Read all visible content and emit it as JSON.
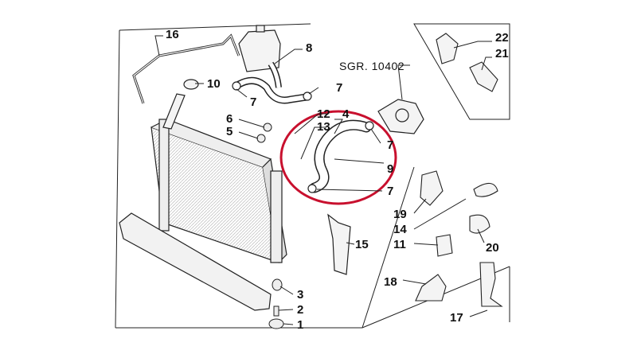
{
  "diagram": {
    "reference": "SGR. 10402",
    "callouts": [
      {
        "id": "c16",
        "text": "16"
      },
      {
        "id": "c8",
        "text": "8"
      },
      {
        "id": "c10",
        "text": "10"
      },
      {
        "id": "c7a",
        "text": "7"
      },
      {
        "id": "c7b",
        "text": "7"
      },
      {
        "id": "c6",
        "text": "6"
      },
      {
        "id": "c5",
        "text": "5"
      },
      {
        "id": "c12",
        "text": "12"
      },
      {
        "id": "c4",
        "text": "4"
      },
      {
        "id": "c13",
        "text": "13"
      },
      {
        "id": "c7c",
        "text": "7"
      },
      {
        "id": "c9",
        "text": "9"
      },
      {
        "id": "c7d",
        "text": "7"
      },
      {
        "id": "c22",
        "text": "22"
      },
      {
        "id": "c21",
        "text": "21"
      },
      {
        "id": "c19",
        "text": "19"
      },
      {
        "id": "c14",
        "text": "14"
      },
      {
        "id": "c11",
        "text": "11"
      },
      {
        "id": "c20",
        "text": "20"
      },
      {
        "id": "c15",
        "text": "15"
      },
      {
        "id": "c18",
        "text": "18"
      },
      {
        "id": "c17",
        "text": "17"
      },
      {
        "id": "c3",
        "text": "3"
      },
      {
        "id": "c2",
        "text": "2"
      },
      {
        "id": "c1",
        "text": "1"
      }
    ],
    "highlight_color": "#c8102e",
    "line_color": "#1a1a1a"
  }
}
